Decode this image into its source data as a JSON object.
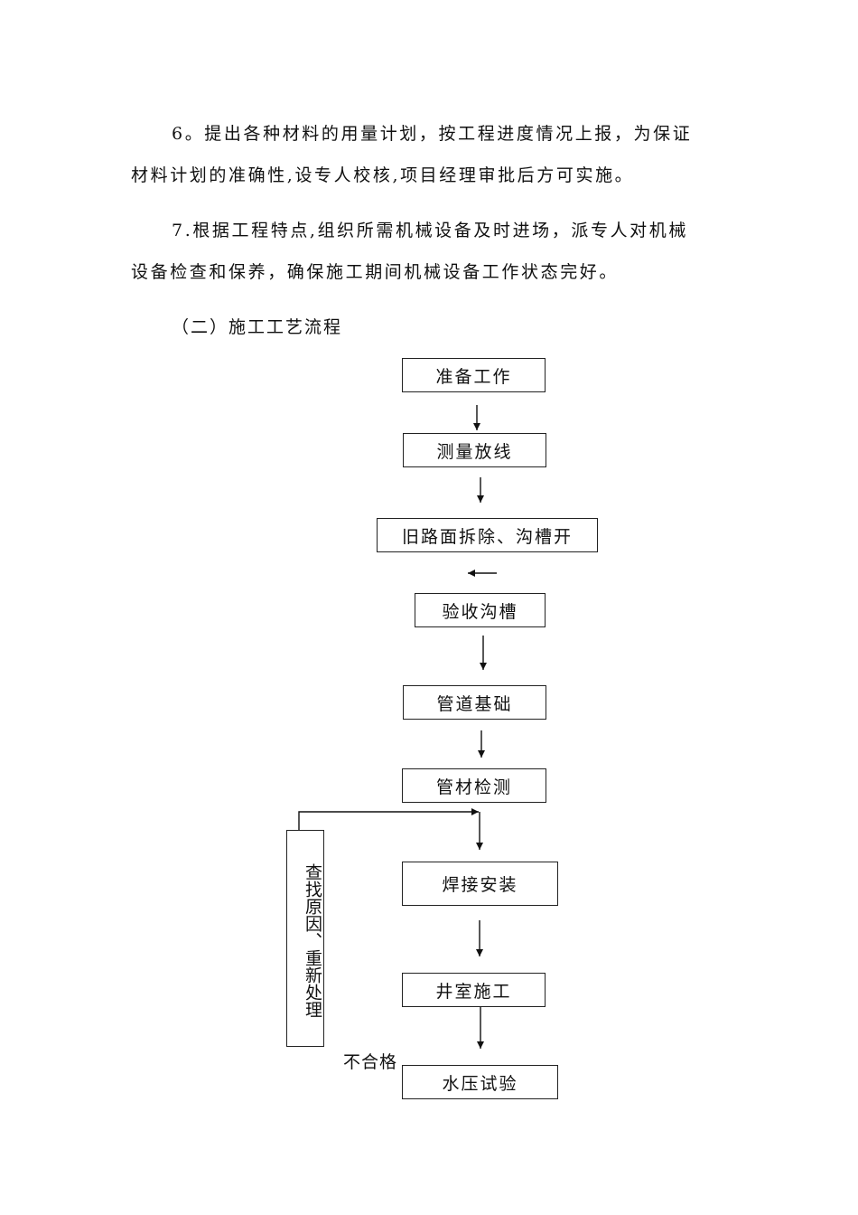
{
  "paragraphs": [
    {
      "line1": "6。提出各种材料的用量计划，按工程进度情况上报，为保证",
      "line2": "材料计划的准确性,设专人校核,项目经理审批后方可实施。"
    },
    {
      "line1": "7.根据工程特点,组织所需机械设备及时进场，派专人对机械",
      "line2": "设备检查和保养，确保施工期间机械设备工作状态完好。"
    }
  ],
  "section_heading": "（二）施工工艺流程",
  "flowchart": {
    "steps": [
      "准备工作",
      "测量放线",
      "旧路面拆除、沟槽开",
      "验收沟槽",
      "管道基础",
      "管材检测",
      "焊接安装",
      "井室施工",
      "水压试验"
    ],
    "rework_box": "查找原因、重新处理",
    "fail_label": "不合格"
  }
}
